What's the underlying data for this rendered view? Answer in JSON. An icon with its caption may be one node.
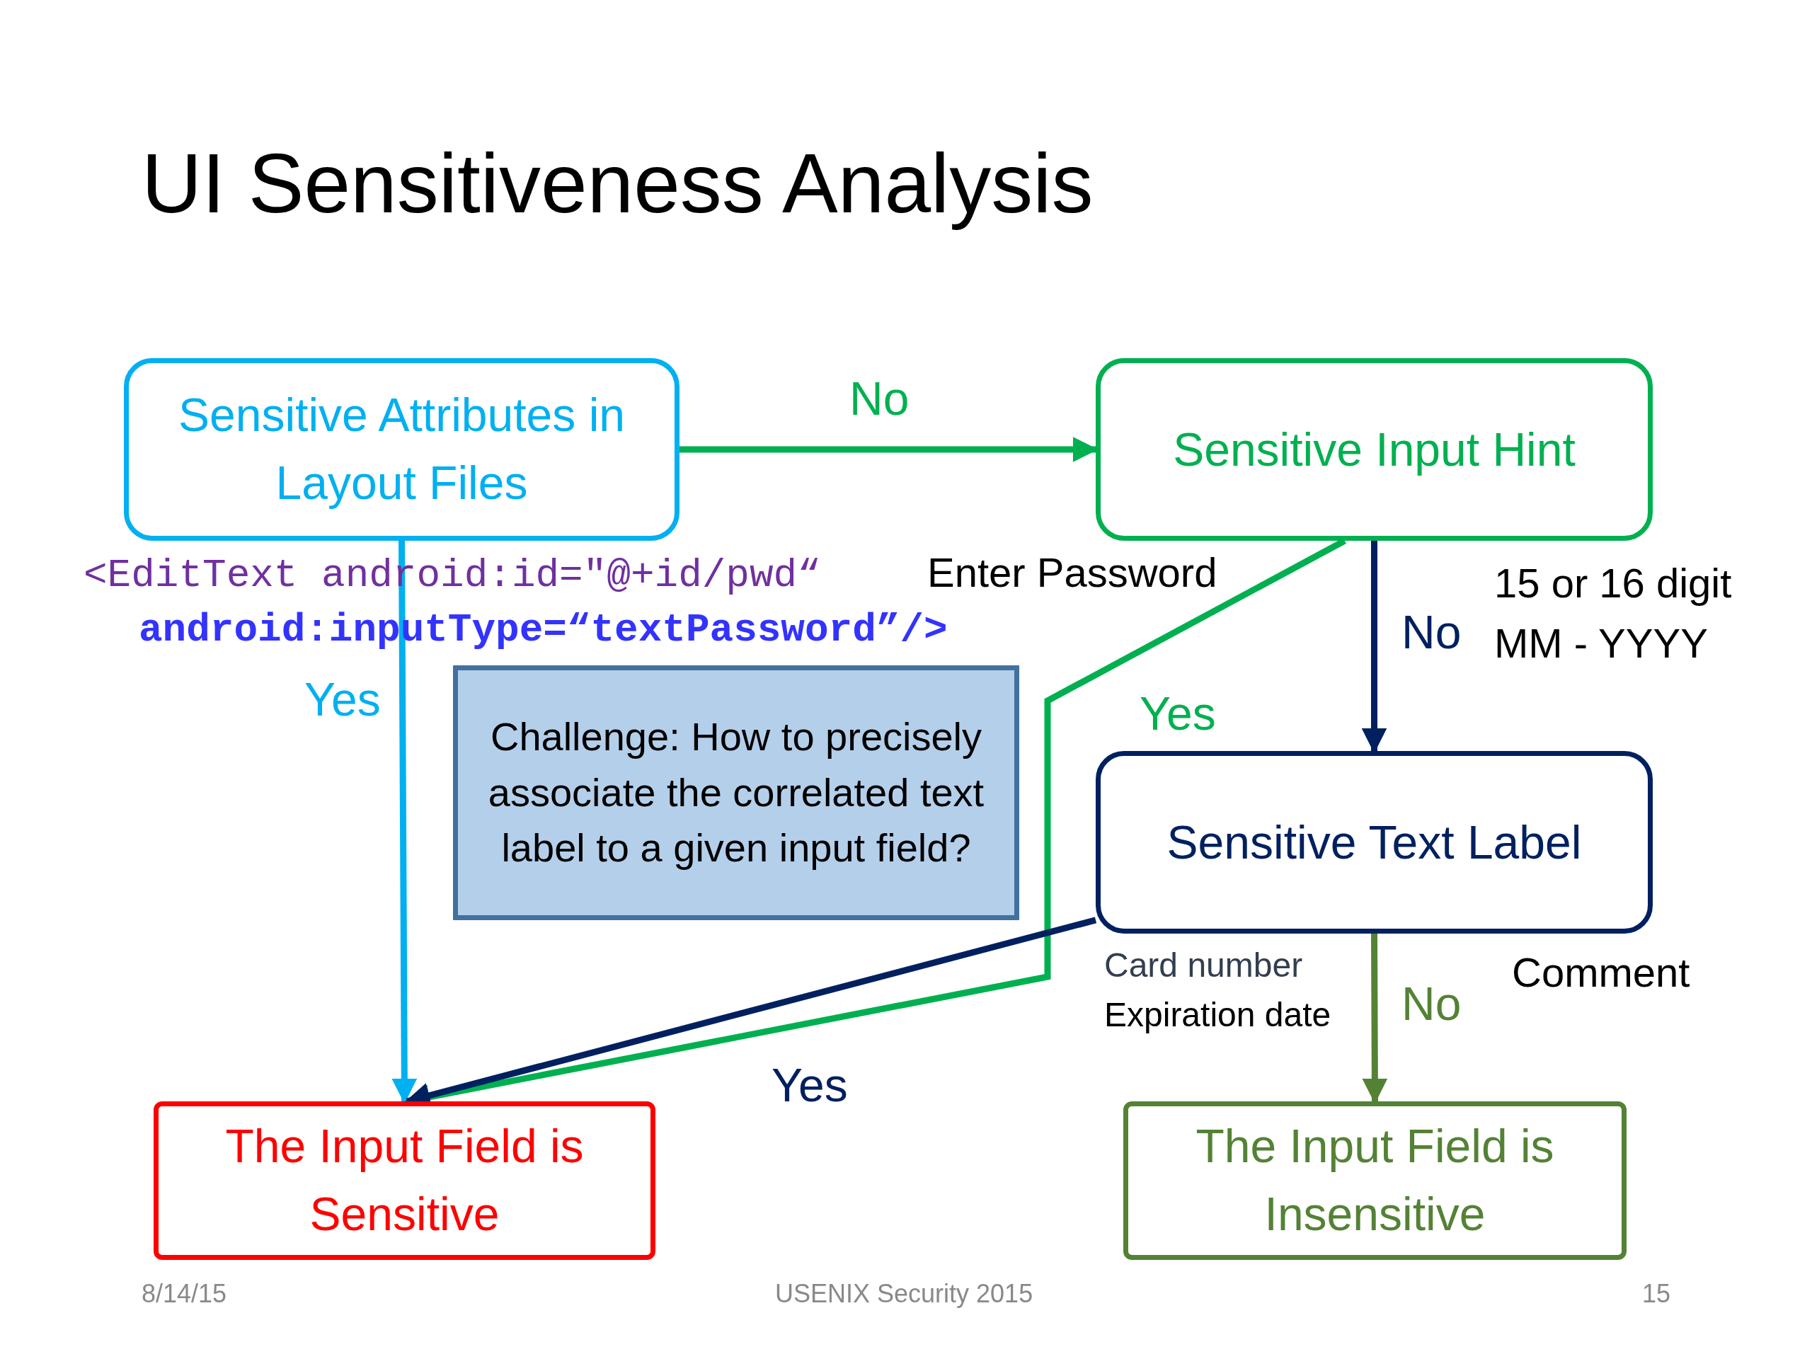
{
  "diagram": {
    "title": "UI Sensitiveness Analysis",
    "nodes": [
      {
        "text": [
          "Sensitive Attributes in Layout Files"
        ]
      },
      {
        "text": [
          "Sensitive Input Hint"
        ]
      },
      {
        "text": [
          "Sensitive Text Label"
        ]
      },
      {
        "text": [
          "The Input Field is Sensitive"
        ]
      },
      {
        "text": [
          "The Input Field is Insensitive"
        ]
      },
      {
        "text": [
          "Challenge: How to precisely associate the correlated text label to a given input field?"
        ]
      }
    ],
    "edges": [
      {
        "from": 0,
        "to": 1,
        "arrow": "to",
        "label": "No",
        "color": "#00b050"
      },
      {
        "from": 0,
        "to": 3,
        "arrow": "to",
        "label": "Yes",
        "color": "#00b0f0"
      },
      {
        "from": 1,
        "to": 2,
        "arrow": "to",
        "label": "No",
        "color": "#002060"
      },
      {
        "from": 1,
        "to": 3,
        "arrow": "to",
        "label": "Yes",
        "color": "#00b050"
      },
      {
        "from": 2,
        "to": 3,
        "arrow": "to",
        "label": "Yes",
        "color": "#002060"
      },
      {
        "from": 2,
        "to": 4,
        "arrow": "to",
        "label": "No",
        "color": "#548235"
      }
    ],
    "labels": [
      "<EditText android:id=\"@+id/pwd“",
      "android:inputType=“textPassword”/>",
      "Enter Password",
      "15 or 16 digit",
      "MM - YYYY",
      "Card number",
      "Expiration date",
      "Comment",
      "8/14/15",
      "USENIX Security 2015",
      "15"
    ]
  }
}
